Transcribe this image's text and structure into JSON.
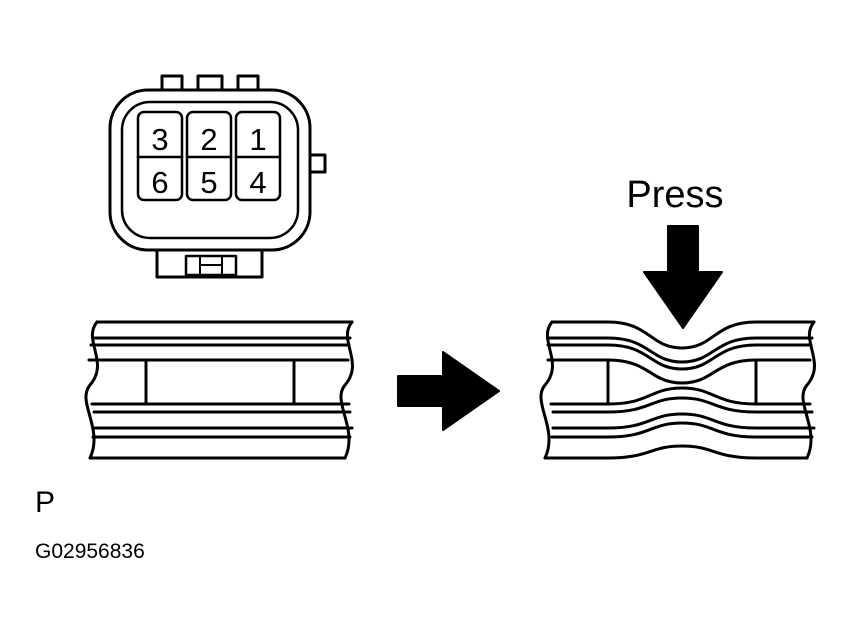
{
  "connector": {
    "pins": {
      "top": [
        "3",
        "2",
        "1"
      ],
      "bottom": [
        "6",
        "5",
        "4"
      ]
    }
  },
  "action_label": "Press",
  "connector_label": "P",
  "figure_code": "G02956836",
  "colors": {
    "ink": "#000000",
    "paper": "#ffffff"
  }
}
